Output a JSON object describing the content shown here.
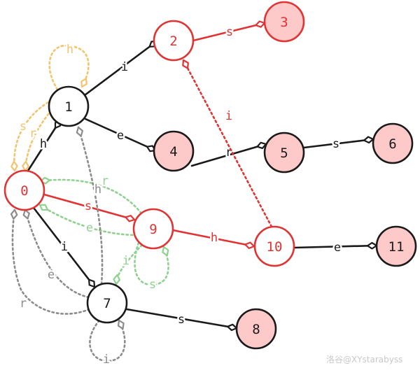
{
  "colors": {
    "black": "#1a1a1a",
    "red": "#e03434",
    "node_fill": "#fdc9c9",
    "orange_dotted": "#f2c470",
    "green_dotted": "#8fd18f",
    "gray_dotted": "#8c8c8c",
    "background": "#ffffff"
  },
  "nodes": [
    {
      "id": "0",
      "label": "0",
      "style": "red-hollow"
    },
    {
      "id": "1",
      "label": "1",
      "style": "black-hollow"
    },
    {
      "id": "2",
      "label": "2",
      "style": "red-hollow"
    },
    {
      "id": "3",
      "label": "3",
      "style": "red-filled"
    },
    {
      "id": "4",
      "label": "4",
      "style": "black-filled"
    },
    {
      "id": "5",
      "label": "5",
      "style": "black-filled"
    },
    {
      "id": "6",
      "label": "6",
      "style": "black-filled"
    },
    {
      "id": "7",
      "label": "7",
      "style": "black-hollow"
    },
    {
      "id": "8",
      "label": "8",
      "style": "black-filled"
    },
    {
      "id": "9",
      "label": "9",
      "style": "red-hollow"
    },
    {
      "id": "10",
      "label": "10",
      "style": "red-hollow"
    },
    {
      "id": "11",
      "label": "11",
      "style": "black-filled"
    }
  ],
  "edges": [
    {
      "from": "0",
      "to": "1",
      "label": "h",
      "style": "black-solid"
    },
    {
      "from": "1",
      "to": "2",
      "label": "i",
      "style": "black-solid"
    },
    {
      "from": "1",
      "to": "4",
      "label": "e",
      "style": "black-solid"
    },
    {
      "from": "2",
      "to": "3",
      "label": "s",
      "style": "red-solid"
    },
    {
      "from": "4",
      "to": "5",
      "label": "r",
      "style": "black-solid"
    },
    {
      "from": "5",
      "to": "6",
      "label": "s",
      "style": "black-solid"
    },
    {
      "from": "0",
      "to": "9",
      "label": "s",
      "style": "red-solid"
    },
    {
      "from": "9",
      "to": "10",
      "label": "h",
      "style": "red-solid"
    },
    {
      "from": "10",
      "to": "11",
      "label": "e",
      "style": "black-solid"
    },
    {
      "from": "0",
      "to": "7",
      "label": "i",
      "style": "black-solid"
    },
    {
      "from": "7",
      "to": "8",
      "label": "s",
      "style": "black-solid"
    },
    {
      "from": "10",
      "to": "2",
      "label": "i",
      "style": "red-dotted"
    },
    {
      "from": "1",
      "to": "1",
      "label": "h",
      "style": "orange-dotted"
    },
    {
      "from": "1",
      "to": "0",
      "label": "s",
      "style": "orange-dotted"
    },
    {
      "from": "1",
      "to": "0",
      "label": "r",
      "style": "orange-dotted"
    },
    {
      "from": "9",
      "to": "0",
      "label": "r",
      "style": "green-dotted"
    },
    {
      "from": "9",
      "to": "0",
      "label": "e",
      "style": "green-dotted"
    },
    {
      "from": "9",
      "to": "7",
      "label": "i",
      "style": "green-dotted"
    },
    {
      "from": "9",
      "to": "9",
      "label": "s",
      "style": "green-dotted"
    },
    {
      "from": "7",
      "to": "1",
      "label": "h",
      "style": "gray-dotted"
    },
    {
      "from": "7",
      "to": "0",
      "label": "e",
      "style": "gray-dotted"
    },
    {
      "from": "7",
      "to": "0",
      "label": "r",
      "style": "gray-dotted"
    },
    {
      "from": "7",
      "to": "7",
      "label": "i",
      "style": "gray-dotted"
    }
  ],
  "watermark": "洛谷@XYstarabyss"
}
